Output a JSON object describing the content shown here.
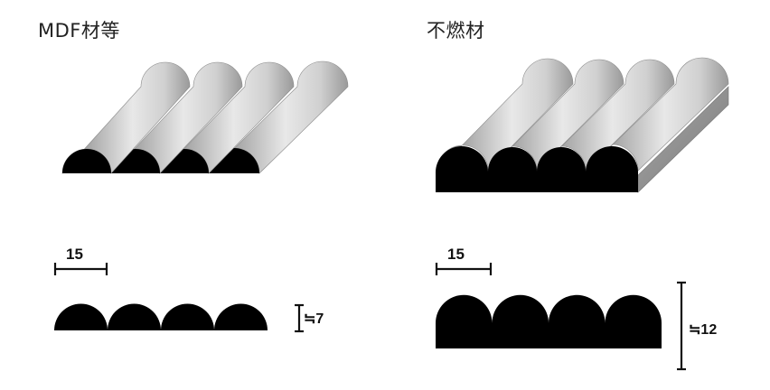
{
  "panels": [
    {
      "title": "MDF材等",
      "width_label": "15",
      "height_label": "≒7"
    },
    {
      "title": "不燃材",
      "width_label": "15",
      "height_label": "≒12"
    }
  ],
  "colors": {
    "profile": "#000000",
    "rod_light": "#e6e6e6",
    "rod_mid": "#b4b4b4",
    "rod_dark": "#7e7e7e"
  }
}
